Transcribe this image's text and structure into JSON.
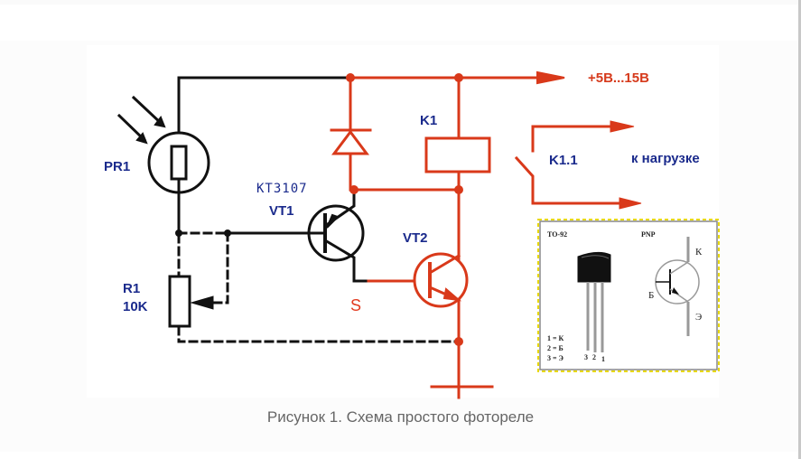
{
  "figure": {
    "labels": {
      "supply": "+5В...15В",
      "relay": "K1",
      "relay_contact": "K1.1",
      "load": "к нагрузке",
      "photoresistor": "PR1",
      "transistor1_model": "КТ3107",
      "transistor1": "VT1",
      "transistor2": "VT2",
      "resistor": "R1",
      "resistor_value": "10K",
      "node_s": "S"
    },
    "inset": {
      "package": "TO-92",
      "type": "PNP",
      "pin_collector": "К",
      "pin_base": "Б",
      "pin_emitter": "Э",
      "pinout": [
        "1 = К",
        "2 = Б",
        "3 = Э"
      ],
      "pin_numbers": [
        "3",
        "2",
        "1"
      ]
    },
    "colors": {
      "wire_black": "#111111",
      "wire_red": "#d9391a",
      "label_blue": "#1a2a8c",
      "label_red": "#d63a1c"
    }
  },
  "caption": "Рисунок 1. Схема простого фотореле"
}
